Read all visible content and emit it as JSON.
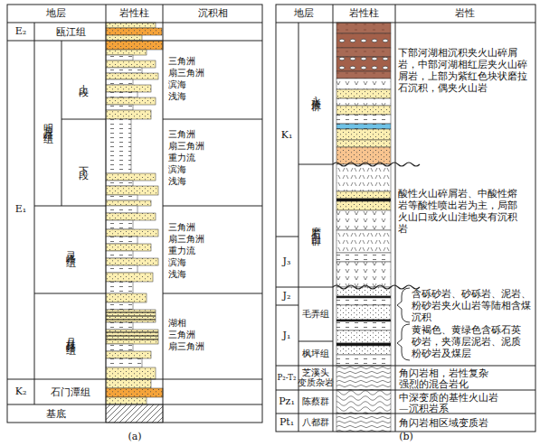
{
  "diagram": {
    "labels": [
      "地层",
      "岩性柱",
      "沉积相",
      "E₂",
      "瓯江组",
      "E₁",
      "明月峰组",
      "上段",
      "三角洲",
      "扇三角洲",
      "滨海",
      "浅海",
      "下段",
      "三角洲",
      "扇三角洲",
      "重力流",
      "滨海",
      "浅海",
      "灵峰组",
      "三角洲",
      "扇三角洲",
      "重力流",
      "滨海",
      "浅海",
      "月桂峰组",
      "湖相",
      "三角洲",
      "扇三角洲",
      "K₂",
      "石门潭组",
      "基底",
      "(a)",
      "地层",
      "岩性柱",
      "岩性",
      "K₁",
      "永康群",
      "下部河湖相沉积夹火山碎屑岩，中部河湖相红层夹火山碎屑岩，上部为紫红色块状磨拉石沉积，偶夹火山岩",
      "磨石山群",
      "酸性火山碎屑岩、中酸性熔岩等酸性喷出岩为主，局部火山口或火山洼地夹有沉积岩",
      "J₃",
      "J₂",
      "含砾砂岩、砂砾岩、泥岩、粉砂岩夹火山岩等陆相含煤沉积",
      "J₁",
      "毛弄组",
      "黄褐色、黄绿色含砾石英砂岩，夹薄层泥岩、泥质粉砂岩及煤层",
      "枫坪组",
      "P₂-T₂",
      "芝溪头 变质杂岩",
      "角闪岩相，岩性复杂强烈的混合岩化",
      "Pz₁",
      "陈蔡群",
      "中深变质的基性火山岩—沉积岩系",
      "Pt₁",
      "八都群",
      "角闪岩相区域变质岩",
      "(b)"
    ]
  }
}
